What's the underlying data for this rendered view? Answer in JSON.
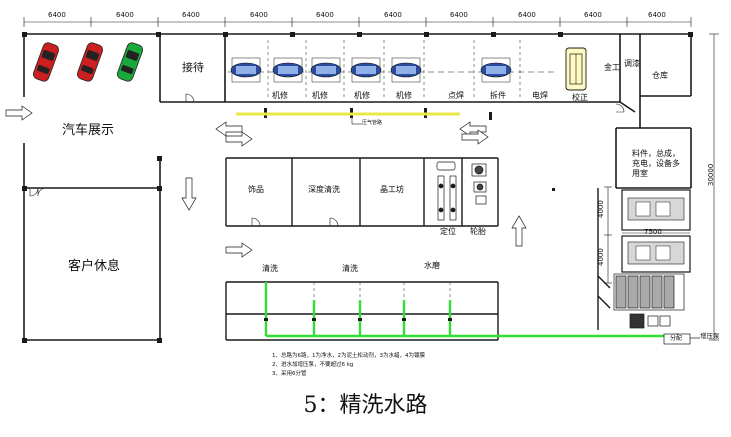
{
  "dimensions": {
    "top_segments": [
      "6400",
      "6400",
      "6400",
      "6400",
      "6400",
      "6400",
      "6400",
      "6400",
      "6400",
      "6400"
    ],
    "right_overall": "30000",
    "right_bay_a": "4000",
    "right_bay_b": "4000",
    "bay_width": "7500"
  },
  "rooms": {
    "reception": "接待",
    "showroom": "汽车展示",
    "lounge": "客户休息",
    "decor": "饰品",
    "deep_cleaning": "深度清洗",
    "craft": "晶工坊",
    "warehouse": "仓库",
    "materials": [
      "料件，总成，",
      "充电，设备多",
      "用室"
    ],
    "gold": "金工",
    "paint": "调漆",
    "alignment": "定位",
    "tire": "轮胎"
  },
  "stations": {
    "repair_1": "机修",
    "repair_2": "机修",
    "repair_3": "机修",
    "repair_4": "机修",
    "paint_spot": "点焊",
    "disassembly": "拆件",
    "electric_weld": "电焊",
    "calibration": "校正",
    "wash_1": "清洗",
    "wash_2": "清洗",
    "polish": "水磨"
  },
  "equipment": {
    "air_line": "压气管路",
    "booster_pump": "增压泵",
    "distribution": "分配"
  },
  "notes": [
    "1、总路为6路，1为净水，2为泥土松动剂，3为水蜡，4为镀膜",
    "2、进水加增压泵，不要超过6 kg",
    "3、采用6分管"
  ],
  "caption": "5：精洗水路",
  "colors": {
    "line": "#1a1a1a",
    "water_pipe": "#33dd33",
    "air_pipe": "#e8e84a",
    "car_red": "#cc1f1f",
    "car_green": "#1aa83a",
    "lift_blue": "#2b4d9e",
    "bay_fill": "#d7d7d7"
  }
}
